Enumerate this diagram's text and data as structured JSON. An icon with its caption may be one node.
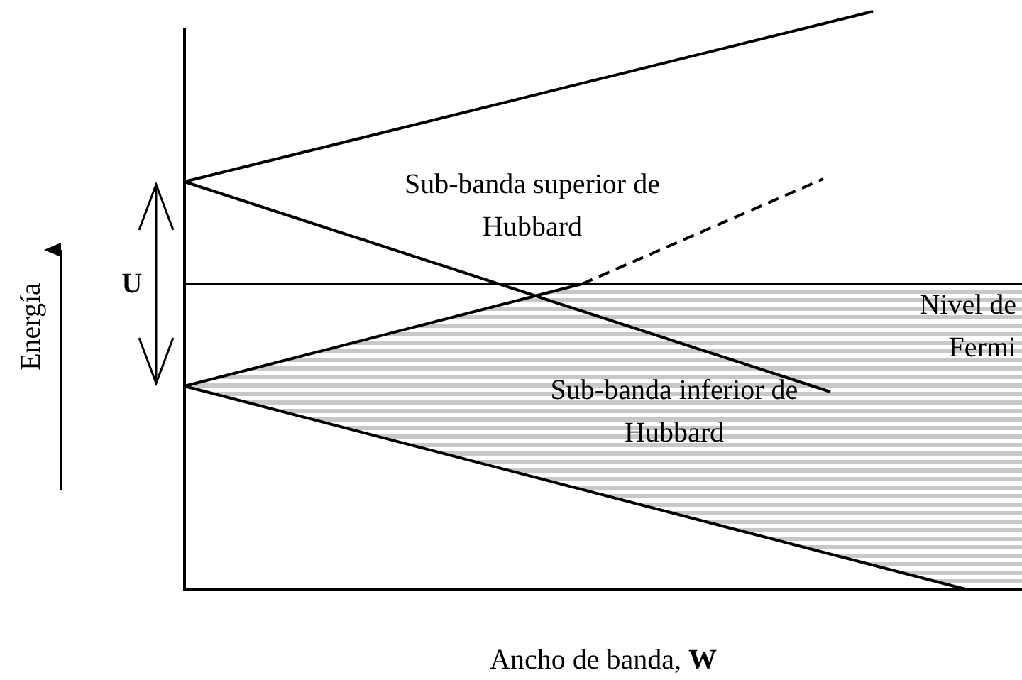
{
  "diagram": {
    "labels": [
      "Energía",
      "U",
      "Sub-banda superior de Hubbard",
      "Nivel de Fermi",
      "Sub-banda inferior de Hubbard",
      "Ancho de banda, **W**"
    ]
  }
}
